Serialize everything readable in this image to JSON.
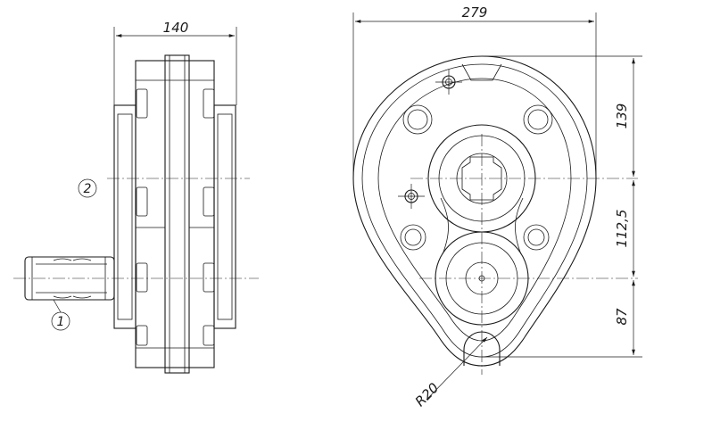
{
  "drawing": {
    "dimensions": {
      "side_width": "140",
      "front_width": "279",
      "upper_height": "139",
      "middle_height": "112,5",
      "lower_height": "87",
      "notch_radius": "R20"
    },
    "shaft_labels": {
      "output": "2",
      "input": "1"
    }
  }
}
